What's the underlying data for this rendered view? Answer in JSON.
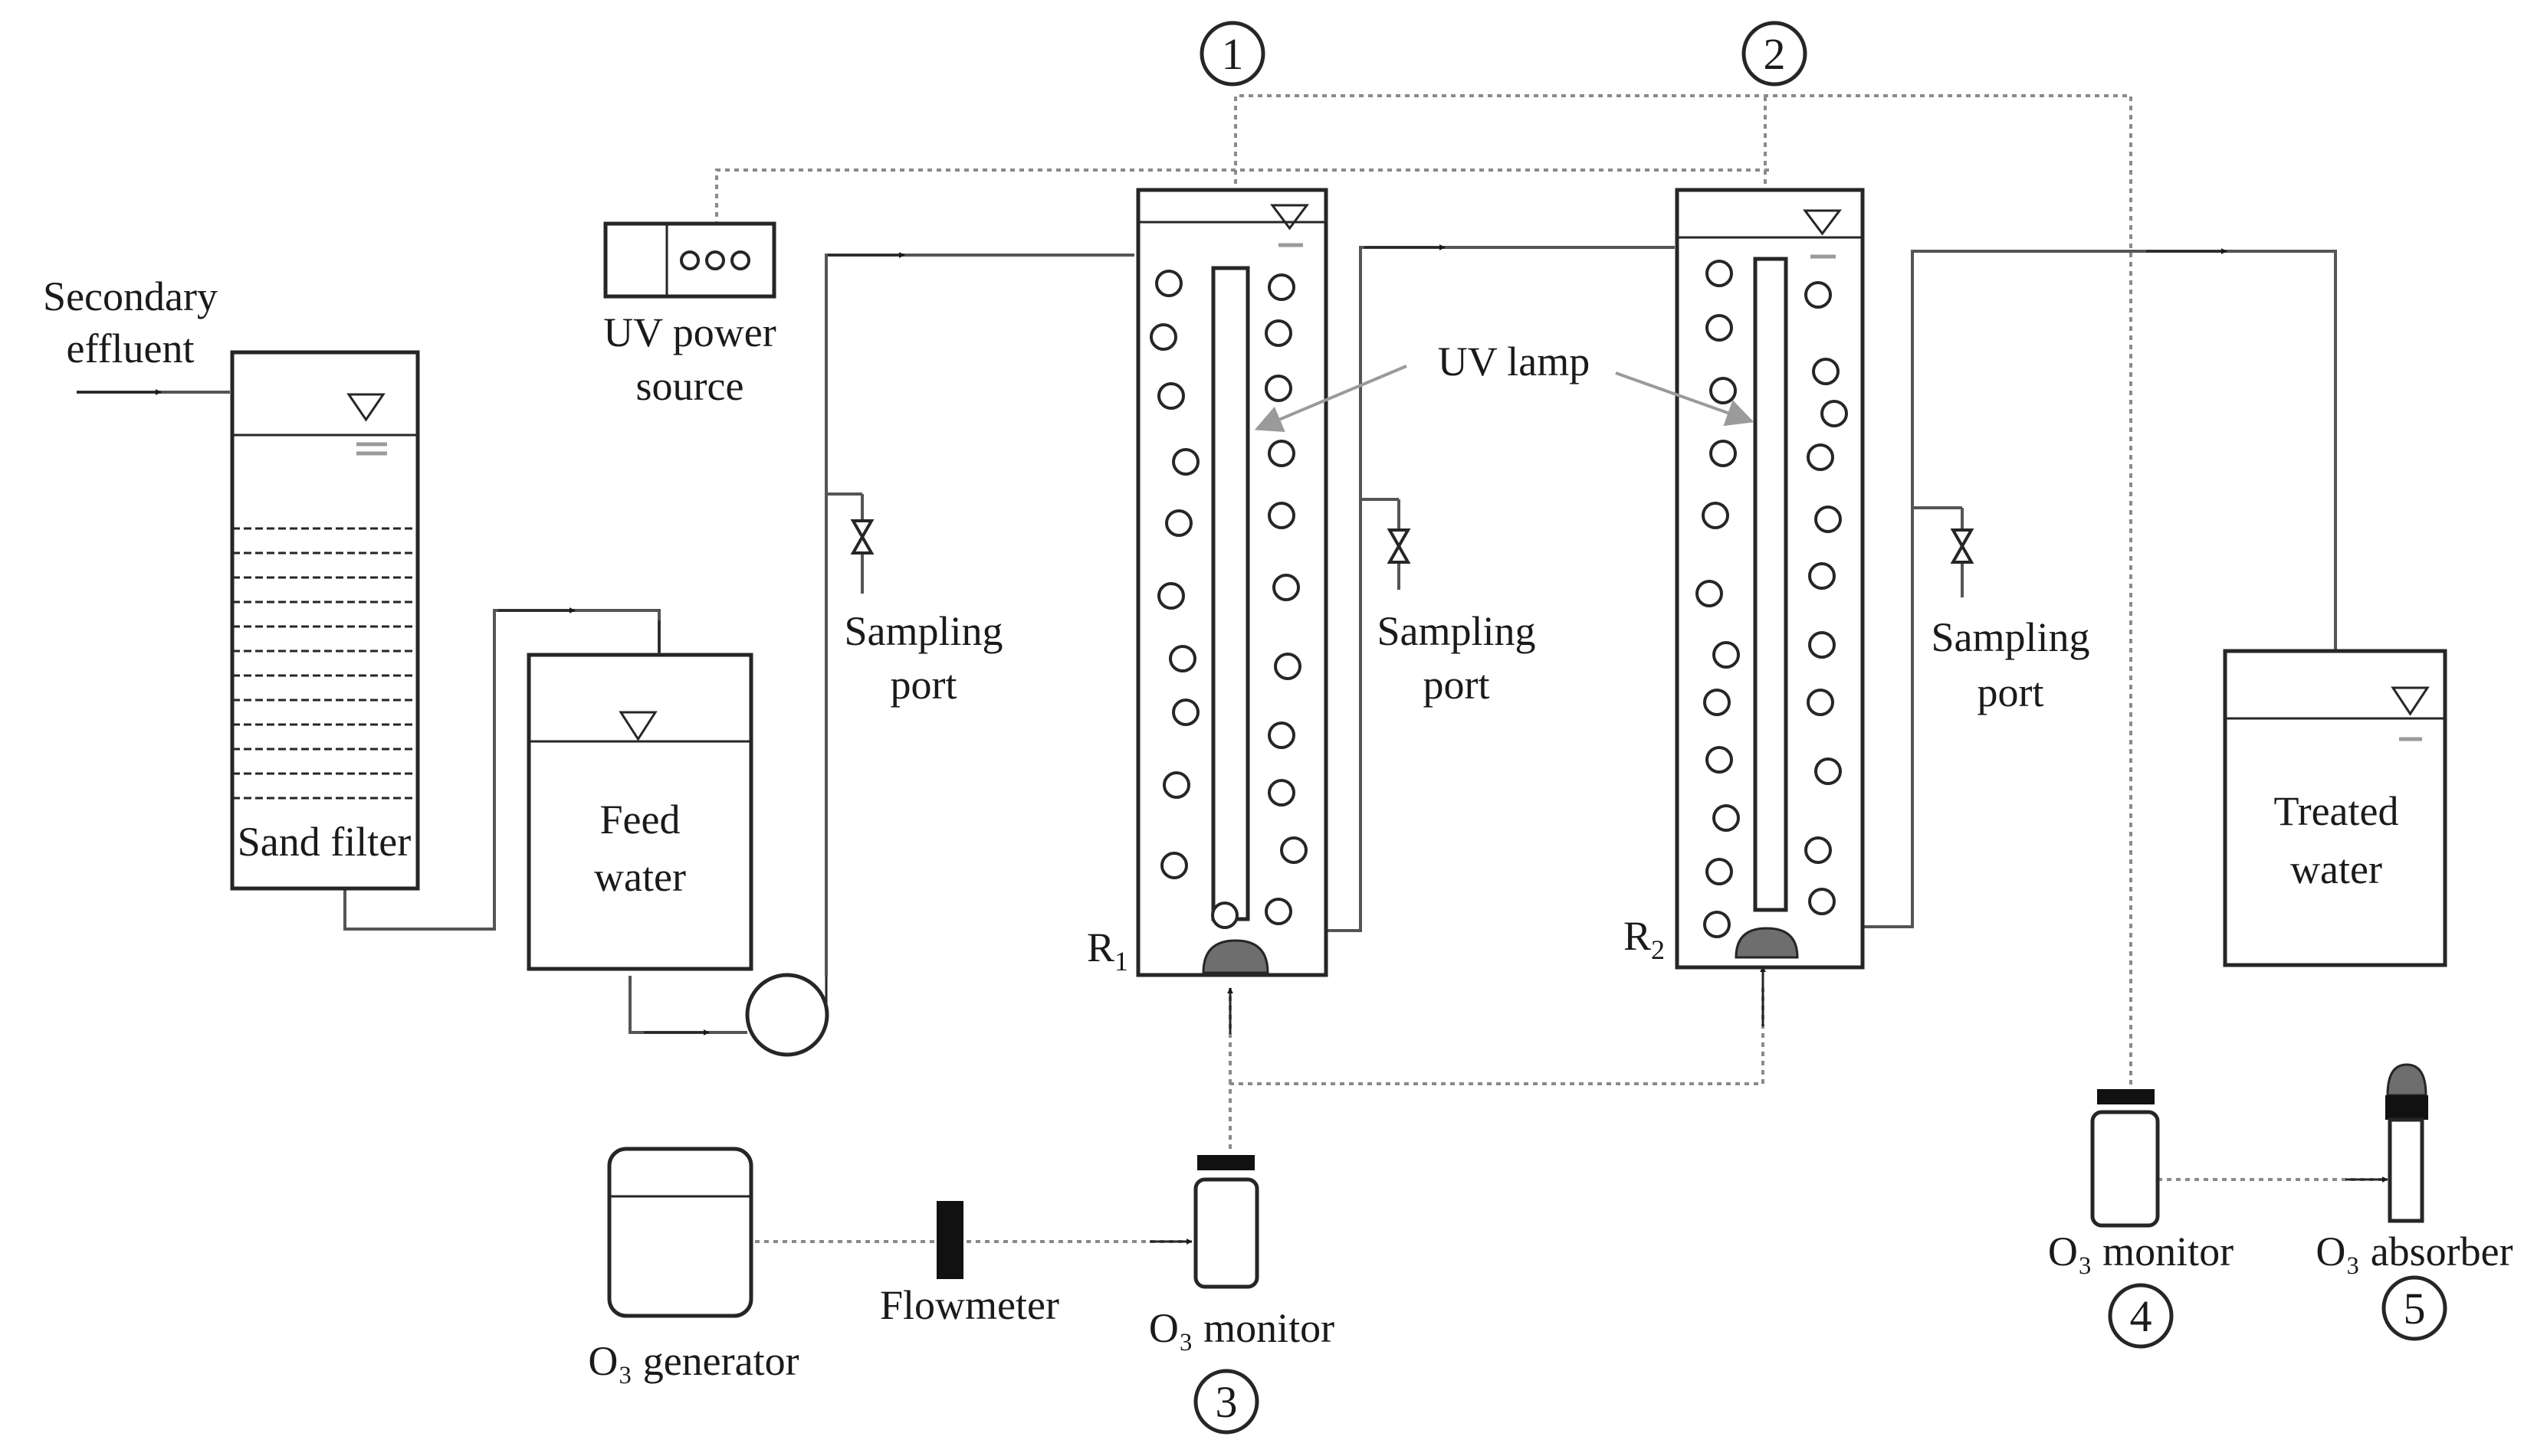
{
  "labels": {
    "secondary_effluent": [
      "Secondary",
      "effluent"
    ],
    "sand_filter": "Sand filter",
    "feed_water": [
      "Feed",
      "water"
    ],
    "uv_power_source": [
      "UV power",
      "source"
    ],
    "sampling_port": [
      "Sampling",
      "port"
    ],
    "uv_lamp": "UV lamp",
    "treated_water": [
      "Treated",
      "water"
    ],
    "o3_generator": "O₃ generator",
    "flowmeter": "Flowmeter",
    "o3_monitor": "O₃ monitor",
    "o3_absorber": "O₃ absorber",
    "reactor_1": {
      "main": "R",
      "sub": "1"
    },
    "reactor_2": {
      "main": "R",
      "sub": "2"
    }
  },
  "markers": [
    "1",
    "2",
    "3",
    "4",
    "5"
  ]
}
